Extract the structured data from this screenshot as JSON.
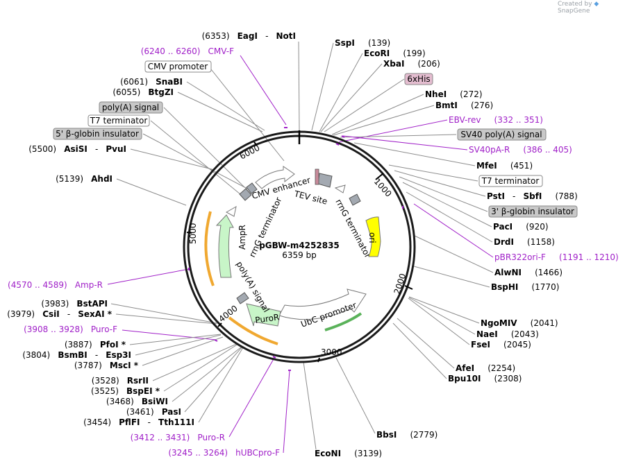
{
  "credit": {
    "prefix": "Created by",
    "brand": "SnapGene"
  },
  "plasmid": {
    "name": "pGBW-m4252835",
    "size": "6359 bp"
  },
  "ticks": [
    "1000",
    "2000",
    "3000",
    "4000",
    "5000",
    "6000"
  ],
  "features": {
    "cmv_enhancer": "CMV enhancer",
    "tev_site": "TEV site",
    "rrng_right": "rrnG terminator",
    "rrng_left": "rrnG terminator",
    "ampr": "AmpR",
    "ori": "ori",
    "polya": "poly(A) signal",
    "puror": "PuroR",
    "ubc": "UbC promoter"
  },
  "labels": {
    "l_notI": [
      "(6353)",
      "EagI",
      "-",
      "NotI"
    ],
    "l_cmvf": [
      "(6240 .. 6260)",
      "CMV-F"
    ],
    "l_cmvprom": [
      "CMV promoter"
    ],
    "l_snabi": [
      "(6061)",
      "SnaBI"
    ],
    "l_btgzi": [
      "(6055)",
      "BtgZI"
    ],
    "l_polyasig": [
      "poly(A) signal"
    ],
    "l_t7l": [
      "T7 terminator"
    ],
    "l_b5": [
      "5' β-globin insulator"
    ],
    "l_asisi": [
      "(5500)",
      "AsiSI",
      "-",
      "PvuI"
    ],
    "l_ahdi": [
      "(5139)",
      "AhdI"
    ],
    "l_ampr": [
      "(4570 .. 4589)",
      "Amp-R"
    ],
    "l_bstapi": [
      "(3983)",
      "BstAPI"
    ],
    "l_csii": [
      "(3979)",
      "CsiI",
      "-",
      "SexAI *"
    ],
    "l_purof": [
      "(3908 .. 3928)",
      "Puro-F"
    ],
    "l_pfoi": [
      "(3887)",
      "PfoI *"
    ],
    "l_bsmbi": [
      "(3804)",
      "BsmBI",
      "-",
      "Esp3I"
    ],
    "l_msci": [
      "(3787)",
      "MscI *"
    ],
    "l_rsrii": [
      "(3528)",
      "RsrII"
    ],
    "l_bspei": [
      "(3525)",
      "BspEI *"
    ],
    "l_bsiwi": [
      "(3468)",
      "BsiWI"
    ],
    "l_pasi": [
      "(3461)",
      "PasI"
    ],
    "l_pflfi": [
      "(3454)",
      "PflFI",
      "-",
      "Tth111I"
    ],
    "l_puror": [
      "(3412 .. 3431)",
      "Puro-R"
    ],
    "l_hubc": [
      "(3245 .. 3264)",
      "hUBCpro-F"
    ],
    "l_ecoNI": [
      "EcoNI",
      "(3139)"
    ],
    "l_bbsi": [
      "BbsI",
      "(2779)"
    ],
    "l_sspi": [
      "SspI",
      "(139)"
    ],
    "l_ecori": [
      "EcoRI",
      "(199)"
    ],
    "l_xbai": [
      "XbaI",
      "(206)"
    ],
    "l_6xhis": [
      "6xHis"
    ],
    "l_nhei": [
      "NheI",
      "(272)"
    ],
    "l_bmti": [
      "BmtI",
      "(276)"
    ],
    "l_ebvrev": [
      "EBV-rev",
      "(332 .. 351)"
    ],
    "l_sv40pa": [
      "SV40 poly(A) signal"
    ],
    "l_sv40par": [
      "SV40pA-R",
      "(386 .. 405)"
    ],
    "l_mfei": [
      "MfeI",
      "(451)"
    ],
    "l_t7r": [
      "T7 terminator"
    ],
    "l_psti": [
      "PstI",
      "-",
      "SbfI",
      "(788)"
    ],
    "l_b3": [
      "3' β-globin insulator"
    ],
    "l_paci": [
      "PacI",
      "(920)"
    ],
    "l_drdi": [
      "DrdI",
      "(1158)"
    ],
    "l_pbr": [
      "pBR322ori-F",
      "(1191 .. 1210)"
    ],
    "l_alwni": [
      "AlwNI",
      "(1466)"
    ],
    "l_bsphi": [
      "BspHI",
      "(1770)"
    ],
    "l_ngomiv": [
      "NgoMIV",
      "(2041)"
    ],
    "l_naei": [
      "NaeI",
      "(2043)"
    ],
    "l_fsei": [
      "FseI",
      "(2045)"
    ],
    "l_afei": [
      "AfeI",
      "(2254)"
    ],
    "l_bpu": [
      "Bpu10I",
      "(2308)"
    ]
  },
  "colors": {
    "ring": "#1a1a1a",
    "leader": "#808080",
    "primer": "#a020c8",
    "site_grey": "#a3a9b1",
    "feature_white": "#ffffff",
    "feature_green": "#c8f5c8",
    "ori_yellow": "#ffff00",
    "ampr_orange": "#f0a830",
    "ubc_green": "#5ab25a",
    "his_box": "#e4bdd0",
    "grey_box": "#c8c8c8"
  }
}
